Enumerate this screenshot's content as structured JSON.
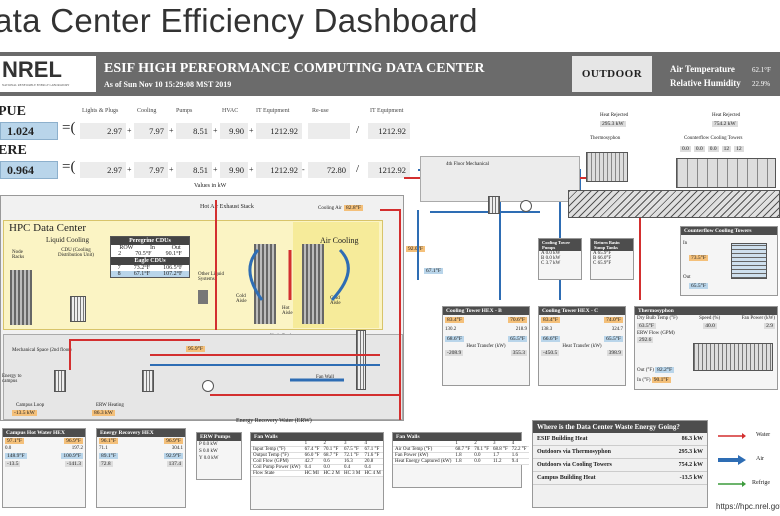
{
  "page_title": "ata Center Efficiency Dashboard",
  "header": {
    "org": "NREL",
    "org_sub": "NATIONAL RENEWABLE ENERGY LABORATORY",
    "title": "ESIF HIGH PERFORMANCE COMPUTING DATA CENTER",
    "as_of": "As of Sun Nov 10 15:29:08 MST 2019",
    "outdoor_label": "OUTDOOR",
    "air_temp_label": "Air Temperature",
    "air_temp_value": "62.1°F",
    "humidity_label": "Relative Humidity",
    "humidity_value": "22.9%"
  },
  "metrics": {
    "columns": [
      "Lights & Plugs",
      "Cooling",
      "Pumps",
      "HVAC",
      "IT Equipment",
      "Re-use",
      "IT Equipment"
    ],
    "pue": {
      "label": "PUE",
      "value": "1.024",
      "lights": "2.97",
      "cooling": "7.97",
      "pumps": "8.51",
      "hvac": "9.90",
      "it": "1212.92",
      "it2": "1212.92"
    },
    "ere": {
      "label": "ERE",
      "value": "0.964",
      "lights": "2.97",
      "cooling": "7.97",
      "pumps": "8.51",
      "hvac": "9.90",
      "it": "1212.92",
      "reuse": "72.80",
      "it2": "1212.92"
    },
    "units": "Values in kW",
    "eq": "=(",
    "plus": "+",
    "minus": "-",
    "slash": "/"
  },
  "schematic": {
    "hot_air_stack": "Hot Air Exhaust Stack",
    "hpc_title": "HPC Data Center",
    "liquid_cooling": "Liquid Cooling",
    "cdu_label": "CDU (Cooling Distribution Unit)",
    "node_racks": "Node Racks",
    "air_cooling": "Air Cooling",
    "other_liquid": "Other Liquid Systems",
    "cold_aisle": "Cold Aisle",
    "hot_aisle": "Hot Aisle",
    "node_racks2": "Node Racks",
    "fan_wall": "Fan Wall",
    "mech_space": "Mechanical Space (2nd floor)",
    "energy_campus": "Energy to campus",
    "cooling_air": "Cooling Air",
    "cooling_air_temp": "82.8°F",
    "temp_95": "95.9°F",
    "temp_92": "92.0°F",
    "temp_67": "67.1°F",
    "campus_loop": "Campus Loop",
    "campus_loop_val": "-13.5 kW",
    "erw_heating": "ERW Heating",
    "erw_heating_val": "86.3 kW",
    "erw_label": "Energy Recovery Water (ERW)",
    "fourth_floor": "4th Floor Mechanical"
  },
  "peregrine": {
    "title": "Peregrine CDUs",
    "headers": [
      "ROW",
      "In",
      "Out"
    ],
    "rows": [
      [
        "2",
        "70.5°F",
        "90.1°F"
      ]
    ]
  },
  "eagle": {
    "title": "Eagle CDUs",
    "rows": [
      [
        "7",
        "73.2°F",
        "106.5°F"
      ],
      [
        "8",
        "67.1°F",
        "107.2°F"
      ]
    ]
  },
  "hex_campus": {
    "title": "Campus Hot Water HEX",
    "out_l": "97.1°F",
    "in_r": "96.9°F",
    "flow_l": "0.0",
    "flow_r": "197.2",
    "in_l": "148.9°F",
    "out_r": "100.9°F",
    "ht_l": "-13.5",
    "ht_r": "-141.3"
  },
  "hex_erw": {
    "title": "Energy Recovery HEX",
    "out_l": "96.1°F",
    "in_r": "96.9°F",
    "flow_l": "71.1",
    "flow_r": "304.1",
    "in_l": "89.1°F",
    "out_r": "92.9°F",
    "ht_l": "72.8",
    "ht_r": "137.4"
  },
  "erw_pumps": {
    "title": "ERW Pumps",
    "rows": [
      [
        "P",
        "0.0 kW"
      ],
      [
        "S",
        "0.0 kW"
      ],
      [
        "Y",
        "0.0 kW"
      ]
    ]
  },
  "fan_walls_1": {
    "title": "Fan Walls",
    "cols": [
      "1",
      "2",
      "3",
      "4"
    ],
    "rows": [
      [
        "Input Temp (°F)",
        "67.4 °F",
        "70.1 °F",
        "67.5 °F",
        "67.1 °F"
      ],
      [
        "Output Temp (°F)",
        "66.0 °F",
        "68.7 °F",
        "72.1 °F",
        "71.6 °F"
      ],
      [
        "Coil Flow (GPM)",
        "42.7",
        "0.6",
        "16.3",
        "20.8"
      ],
      [
        "Coil Pump Power (kW)",
        "0.4",
        "0.0",
        "0.4",
        "0.4"
      ],
      [
        "Flow State",
        "HC MI",
        "HC 2 M",
        "HC 3 M",
        "HC 4 M"
      ]
    ]
  },
  "fan_walls_2": {
    "title": "Fan Walls",
    "cols": [
      "1",
      "2",
      "3",
      "4"
    ],
    "rows": [
      [
        "Air Out Temp (°F)",
        "68.7 °F",
        "70.1 °F",
        "68.8 °F",
        "72.2 °F"
      ],
      [
        "Fan Power (kW)",
        "1.8",
        "0.0",
        "1.7",
        "1.6"
      ],
      [
        "Heat Energy Captured (kW)",
        "1.8",
        "0.0",
        "11.2",
        "9.4"
      ]
    ]
  },
  "towers": {
    "heat_rejected_1_label": "Heat Rejected",
    "heat_rejected_1": "295.3 kW",
    "heat_rejected_2_label": "Heat Rejected",
    "heat_rejected_2": "754.2 kW",
    "thermosyphon_label": "Thermosyphon",
    "counterflow_label": "Counterflow Cooling Towers",
    "cells": [
      "0.0",
      "0.0",
      "0.0",
      "12",
      "12"
    ],
    "tower_panel_title": "Counterflow Cooling Towers",
    "tower_in_label": "In",
    "tower_in": "73.5°F",
    "tower_out_label": "Out",
    "tower_out": "65.5°F"
  },
  "ct_pumps": {
    "title": "Cooling Tower Pumps",
    "rows": [
      [
        "A",
        "0.0 kW"
      ],
      [
        "B",
        "0.0 kW"
      ],
      [
        "C",
        "3.7 kW"
      ]
    ]
  },
  "sb_tanks": {
    "title": "Return Basin Sump Tanks",
    "rows": [
      [
        "A",
        "65.9°F"
      ],
      [
        "B",
        "66.0°F"
      ],
      [
        "C",
        "65.9°F"
      ]
    ]
  },
  "ct_hex_b": {
    "title": "Cooling Tower HEX - B",
    "out_l": "83.4°F",
    "in_r": "70.6°F",
    "flow_l": "130.2",
    "flow_r": "218.9",
    "in_l": "68.6°F",
    "out_r": "65.5°F",
    "ht_label": "Heat Transfer (kW)",
    "ht_l": "-208.9",
    "ht_r": "355.3"
  },
  "ct_hex_c": {
    "title": "Cooling Tower HEX - C",
    "out_l": "83.4°F",
    "in_r": "74.0°F",
    "flow_l": "138.3",
    "flow_r": "324.7",
    "in_l": "66.6°F",
    "out_r": "65.5°F",
    "ht_label": "Heat Transfer (kW)",
    "ht_l": "-450.5",
    "ht_r": "398.9"
  },
  "thermosyphon": {
    "title": "Thermosyphon",
    "db_label": "Dry Bulb Temp (°F)",
    "db": "63.5°F",
    "speed_label": "Speed (%)",
    "speed": "40.0",
    "fan_label": "Fan Power (kW)",
    "fan": "2.9",
    "flow_label": "ERW Flow (GPM)",
    "flow": "292.6",
    "out_label": "Out (°F)",
    "out": "82.2°F",
    "in_label": "In (°F)",
    "in": "90.1°F"
  },
  "waste": {
    "title": "Where is the Data Center Waste Energy Going?",
    "rows": [
      [
        "ESIF Building Heat",
        "86.3 kW"
      ],
      [
        "Outdoors via Thermosyphon",
        "295.3 kW"
      ],
      [
        "Outdoors via Cooling Towers",
        "754.2 kW"
      ],
      [
        "Campus Building Heat",
        "-13.5 kW"
      ]
    ]
  },
  "legend": {
    "water": "Water",
    "air": "Air",
    "refrig": "Refrige"
  },
  "url": "https://hpc.nrel.gov/dc",
  "colors": {
    "header": "#6b6b6b",
    "water_hot": "#d32f2f",
    "water_cold": "#2e6db4",
    "air_cool": "#fbf4c4",
    "refrig": "#3c9b3c"
  }
}
